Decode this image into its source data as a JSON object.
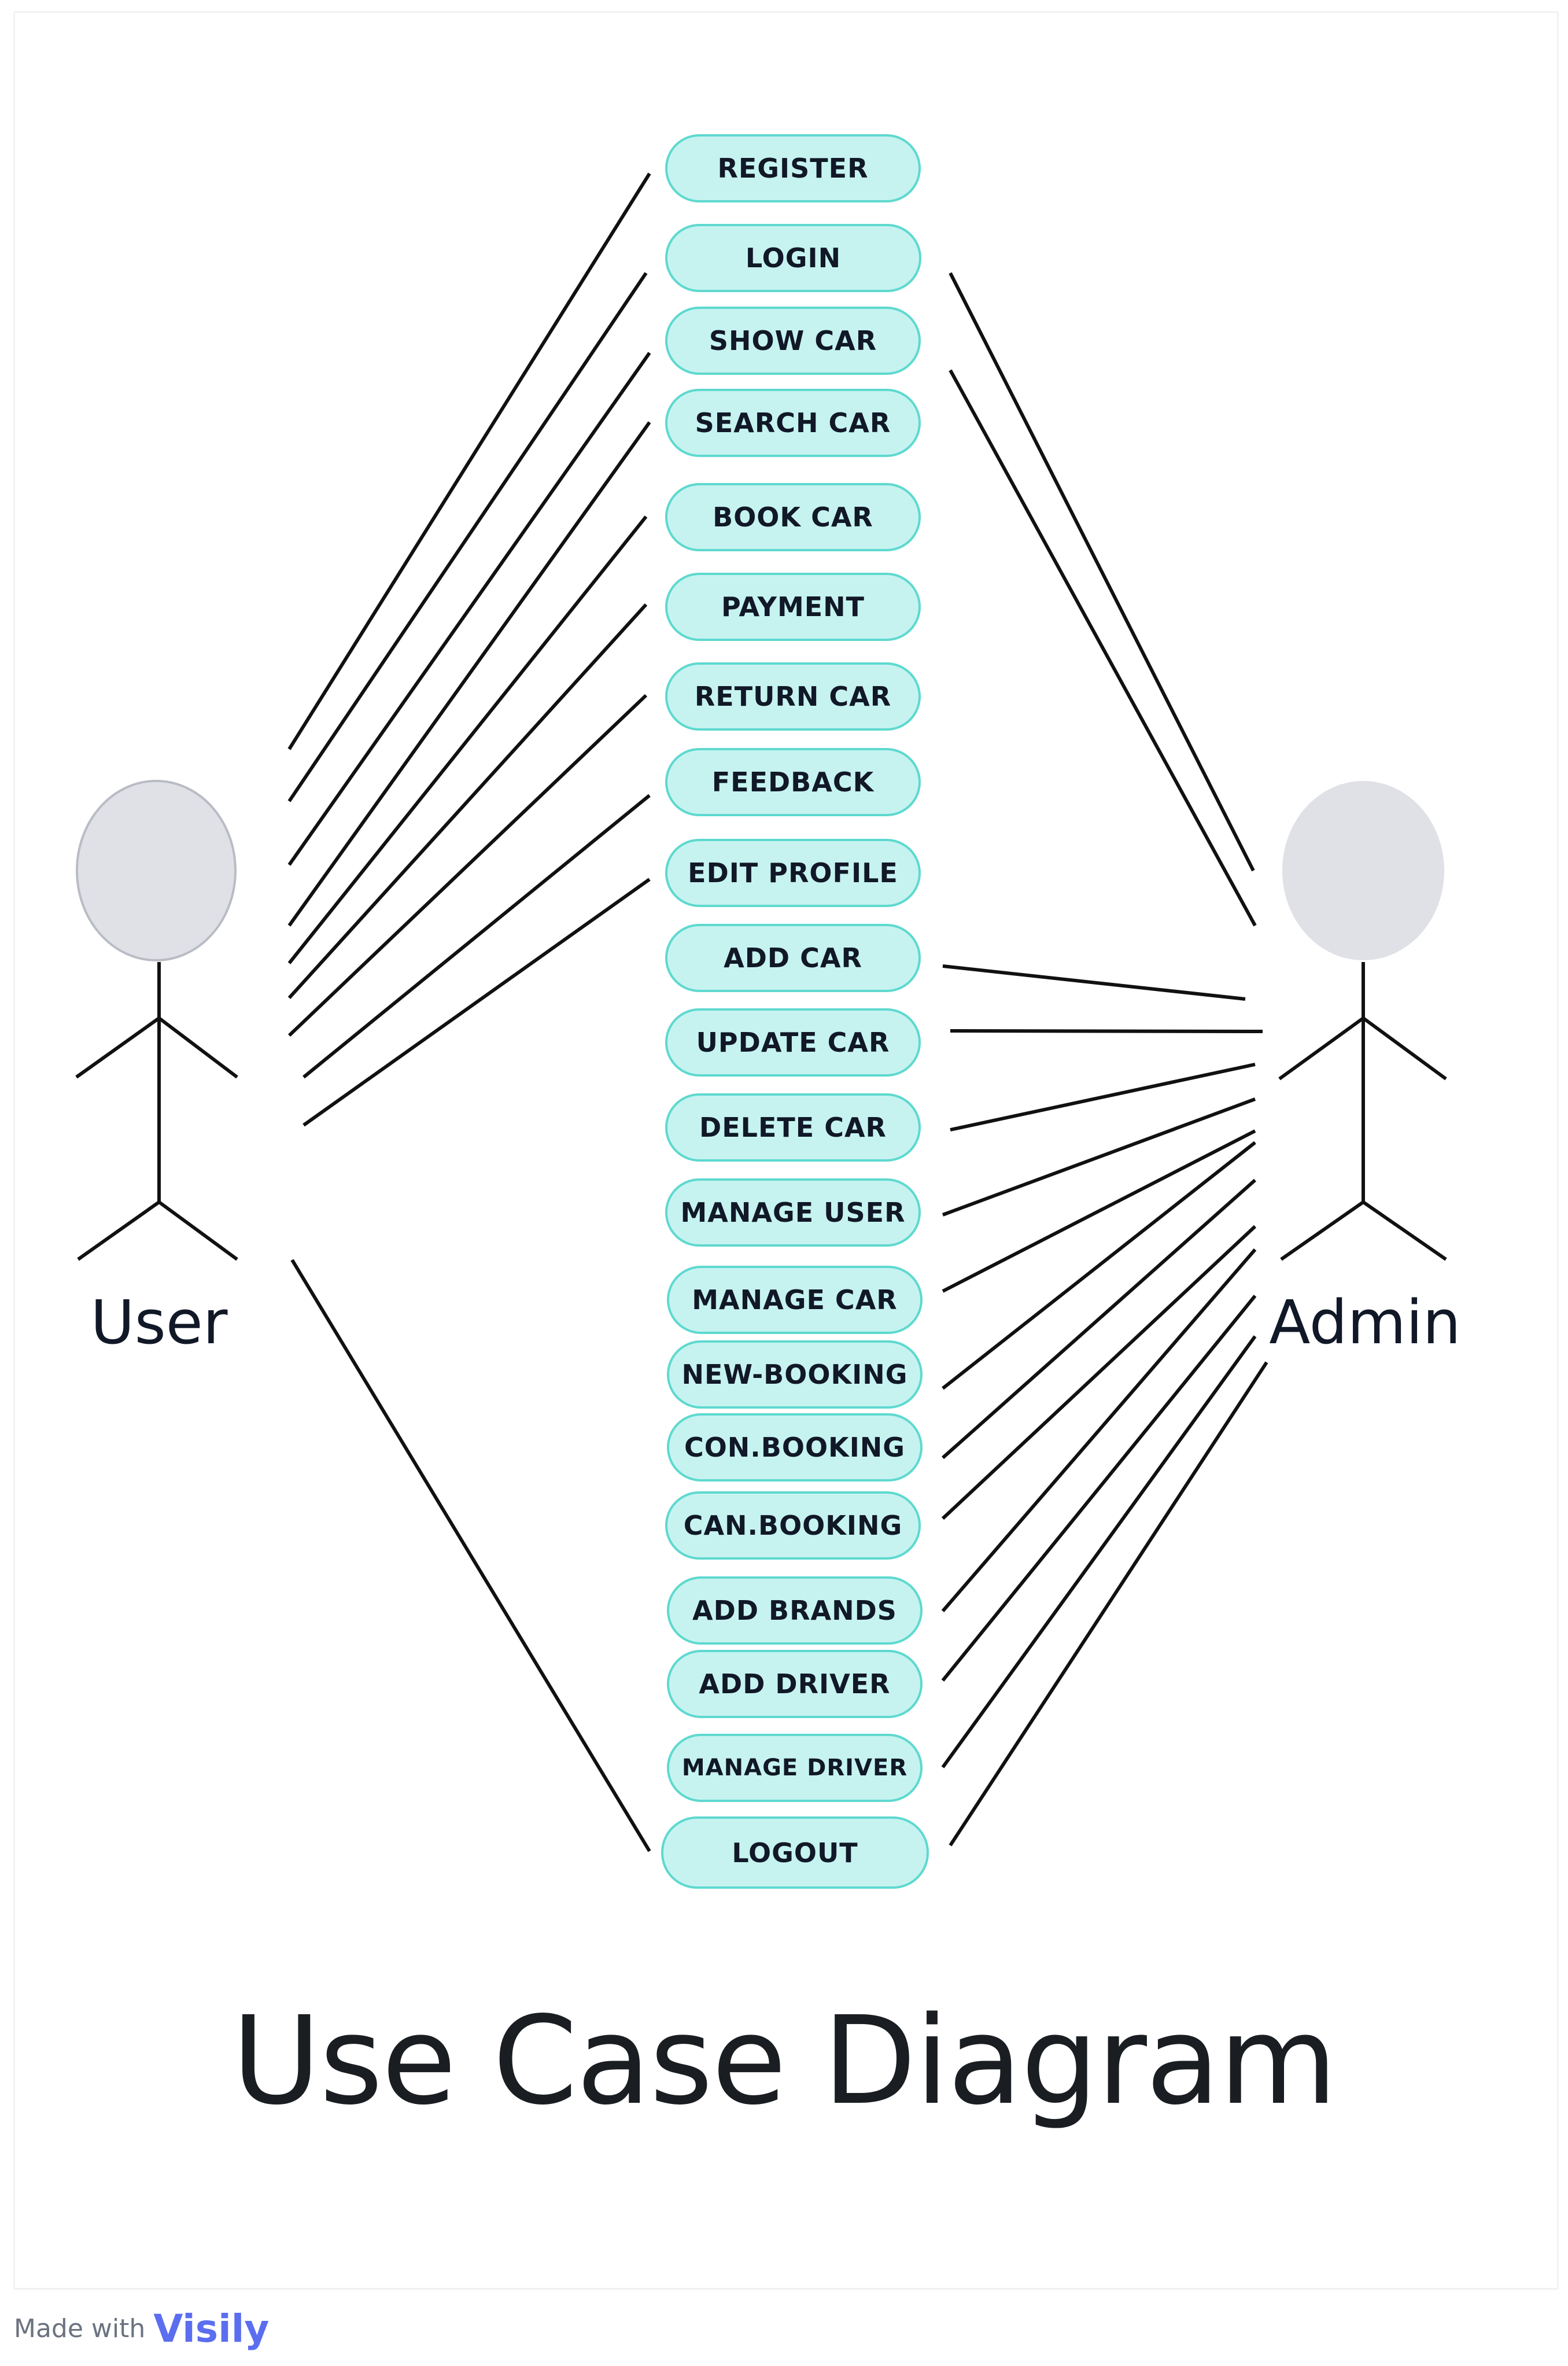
{
  "diagram": {
    "title": "Use Case Diagram",
    "actors": [
      {
        "id": "user",
        "label": "User"
      },
      {
        "id": "admin",
        "label": "Admin"
      }
    ],
    "use_cases": [
      "REGISTER",
      "LOGIN",
      "SHOW CAR",
      "SEARCH CAR",
      "BOOK CAR",
      "PAYMENT",
      "RETURN CAR",
      "FEEDBACK",
      "EDIT PROFILE",
      "ADD CAR",
      "UPDATE CAR",
      "DELETE CAR",
      "MANAGE USER",
      "MANAGE CAR",
      "NEW-BOOKING",
      "CON.BOOKING",
      "CAN.BOOKING",
      "ADD BRANDS",
      "ADD DRIVER",
      "MANAGE DRIVER",
      "LOGOUT"
    ],
    "colors": {
      "usecase_fill": "#c6f3f0",
      "usecase_border": "#5ed9cf",
      "actor_head": "#dfe1e6",
      "line": "#111111"
    }
  },
  "footer": {
    "made_with": "Made with",
    "brand": "Visily"
  }
}
